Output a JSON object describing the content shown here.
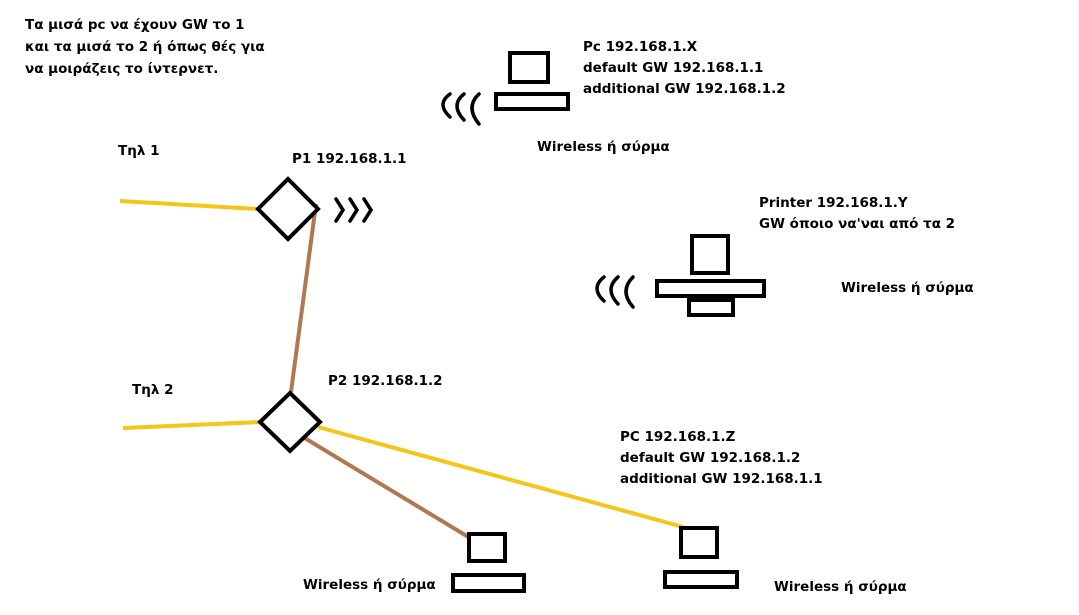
{
  "note": {
    "lines": [
      "Τα μισά pc να έχουν GW το 1",
      "και τα μισά το 2 ή όπως θές για",
      "να μοιράζεις το ίντερνετ."
    ]
  },
  "line1_label": "Τηλ 1",
  "line2_label": "Τηλ 2",
  "p1_label": "P1 192.168.1.1",
  "p2_label": "P2 192.168.1.2",
  "pc_x": {
    "lines": [
      "Pc 192.168.1.X",
      "default GW 192.168.1.1",
      "additional GW 192.168.1.2"
    ],
    "connection": "Wireless ή σύρμα"
  },
  "printer": {
    "lines": [
      "Printer 192.168.1.Y",
      "GW όποιο να'ναι από τα 2"
    ],
    "connection": "Wireless ή σύρμα"
  },
  "pc_z": {
    "lines": [
      "PC 192.168.1.Z",
      "default GW 192.168.1.2",
      "additional GW 192.168.1.1"
    ],
    "connection": "Wireless ή σύρμα"
  },
  "bottom_pc": {
    "connection": "Wireless ή σύρμα"
  },
  "colors": {
    "phone_line": "#f5c518",
    "cable": "#b07850",
    "outline": "#000000"
  }
}
